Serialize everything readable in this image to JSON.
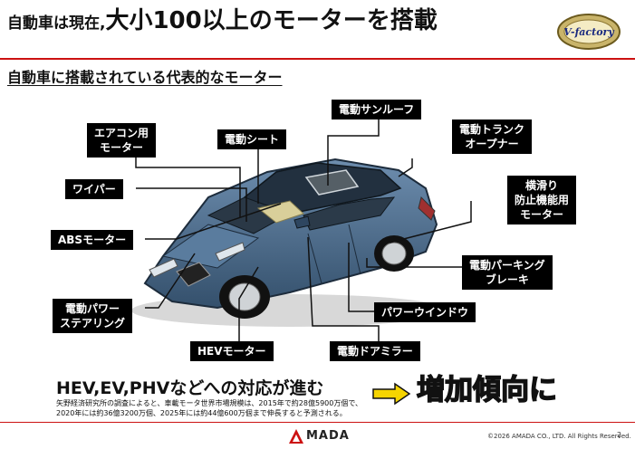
{
  "title": {
    "part1": "自動車は現在,",
    "part2": "大小100以上のモーターを搭載"
  },
  "badge_text": "V-factory",
  "subtitle": "自動車に搭載されている代表的なモーター",
  "labels": {
    "aircon": [
      "エアコン用",
      "モーター"
    ],
    "seat": "電動シート",
    "sunroof": "電動サンルーフ",
    "trunk": [
      "電動トランク",
      "オープナー"
    ],
    "wiper": "ワイパー",
    "antiskid": [
      "横滑り",
      "防止機能用",
      "モーター"
    ],
    "abs": "ABSモーター",
    "parking": [
      "電動パーキング",
      "ブレーキ"
    ],
    "steering": [
      "電動パワー",
      "ステアリング"
    ],
    "window": "パワーウインドウ",
    "hev": "HEVモーター",
    "mirror": "電動ドアミラー"
  },
  "headline": "HEV,EV,PHVなどへの対応が進む",
  "note": [
    "矢野経済研究所の調査によると、車載モータ世界市場規模は、2015年で約28億5900万個で、",
    "2020年には約36億3200万個、2025年には約44億600万個まで伸長すると予測される。"
  ],
  "increase": {
    "red": "増加",
    "black": "傾向に"
  },
  "footer": {
    "logo": "MADA",
    "copyright": "©2026 AMADA CO., LTD. All Rights Reserved.",
    "page": "2"
  },
  "colors": {
    "accent_red": "#cc1111",
    "increase_red": "#e8101a",
    "arrow_yellow": "#f5d400",
    "car_body": "#4a6b8c"
  }
}
